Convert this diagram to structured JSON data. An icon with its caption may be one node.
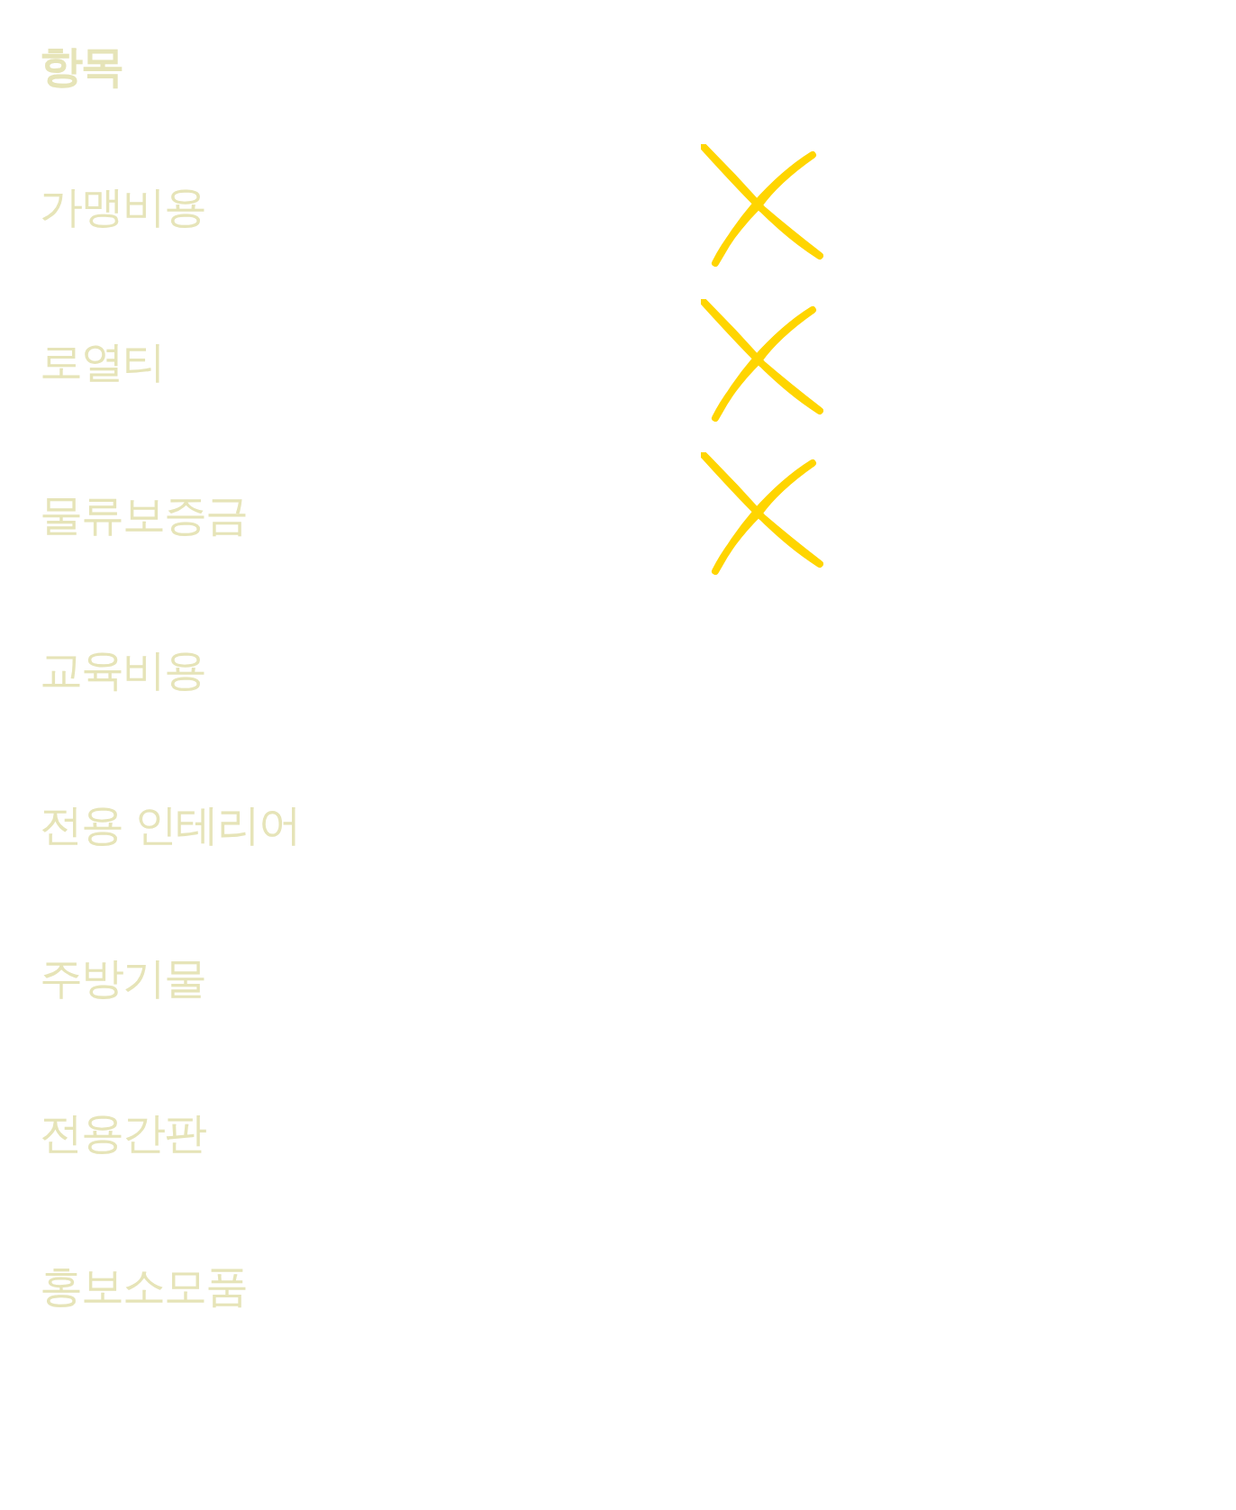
{
  "diagram": {
    "labels": [
      "항목",
      "가맹비용",
      "로열티",
      "물류보증금",
      "교육비용",
      "전용 인테리어",
      "주방기물",
      "전용간판",
      "홍보소모품"
    ]
  }
}
